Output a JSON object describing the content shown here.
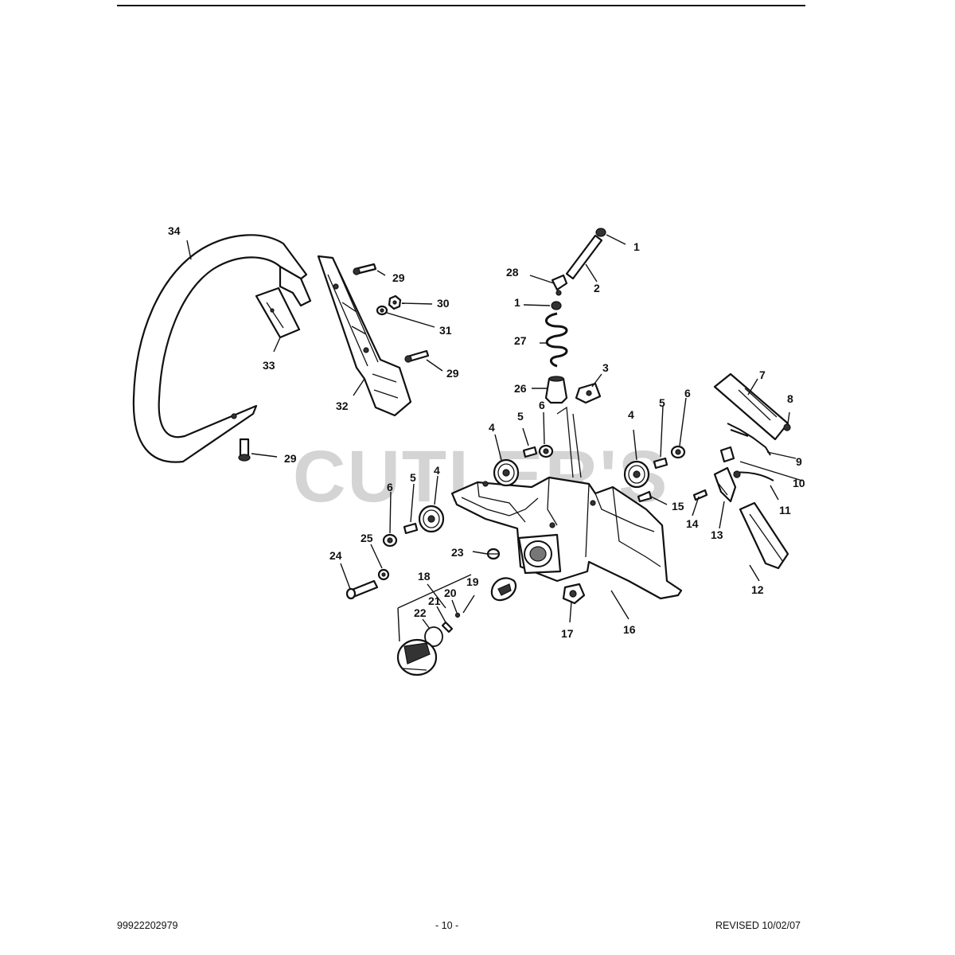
{
  "page": {
    "footer_left": "99922202979",
    "footer_center": "- 10 -",
    "footer_right": "REVISED 10/02/07"
  },
  "watermark": "CUTLER'S",
  "callouts": [
    {
      "id": "c1a",
      "label": "1"
    },
    {
      "id": "c2",
      "label": "2"
    },
    {
      "id": "c28",
      "label": "28"
    },
    {
      "id": "c1b",
      "label": "1"
    },
    {
      "id": "c27",
      "label": "27"
    },
    {
      "id": "c3",
      "label": "3"
    },
    {
      "id": "c26",
      "label": "26"
    },
    {
      "id": "c34",
      "label": "34"
    },
    {
      "id": "c29a",
      "label": "29"
    },
    {
      "id": "c30",
      "label": "30"
    },
    {
      "id": "c31",
      "label": "31"
    },
    {
      "id": "c33",
      "label": "33"
    },
    {
      "id": "c29b",
      "label": "29"
    },
    {
      "id": "c32",
      "label": "32"
    },
    {
      "id": "c29c",
      "label": "29"
    },
    {
      "id": "c4a",
      "label": "4"
    },
    {
      "id": "c5a",
      "label": "5"
    },
    {
      "id": "c6a",
      "label": "6"
    },
    {
      "id": "c4b",
      "label": "4"
    },
    {
      "id": "c5b",
      "label": "5"
    },
    {
      "id": "c6b",
      "label": "6"
    },
    {
      "id": "c7",
      "label": "7"
    },
    {
      "id": "c8",
      "label": "8"
    },
    {
      "id": "c9",
      "label": "9"
    },
    {
      "id": "c10",
      "label": "10"
    },
    {
      "id": "c11",
      "label": "11"
    },
    {
      "id": "c6c",
      "label": "6"
    },
    {
      "id": "c5c",
      "label": "5"
    },
    {
      "id": "c4c",
      "label": "4"
    },
    {
      "id": "c15",
      "label": "15"
    },
    {
      "id": "c14",
      "label": "14"
    },
    {
      "id": "c13",
      "label": "13"
    },
    {
      "id": "c12",
      "label": "12"
    },
    {
      "id": "c25",
      "label": "25"
    },
    {
      "id": "c24",
      "label": "24"
    },
    {
      "id": "c23",
      "label": "23"
    },
    {
      "id": "c18",
      "label": "18"
    },
    {
      "id": "c19",
      "label": "19"
    },
    {
      "id": "c20",
      "label": "20"
    },
    {
      "id": "c21",
      "label": "21"
    },
    {
      "id": "c22",
      "label": "22"
    },
    {
      "id": "c17",
      "label": "17"
    },
    {
      "id": "c16",
      "label": "16"
    }
  ]
}
